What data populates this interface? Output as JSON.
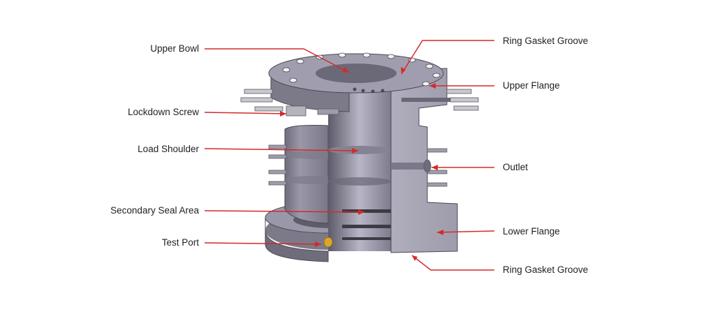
{
  "diagram": {
    "labels": {
      "upper_bowl": "Upper Bowl",
      "lockdown_screw": "Lockdown Screw",
      "load_shoulder": "Load Shoulder",
      "secondary_seal_area": "Secondary Seal Area",
      "test_port": "Test Port",
      "ring_gasket_groove_top": "Ring Gasket Groove",
      "upper_flange": "Upper Flange",
      "outlet": "Outlet",
      "lower_flange": "Lower Flange",
      "ring_gasket_groove_bottom": "Ring Gasket Groove"
    },
    "colors": {
      "leader_line": "#d42a2a",
      "body_metal": "#8c8a98",
      "cut_face": "#a9a7b6",
      "seal_ring": "#3b3b44",
      "test_port": "#d9a52c"
    }
  }
}
